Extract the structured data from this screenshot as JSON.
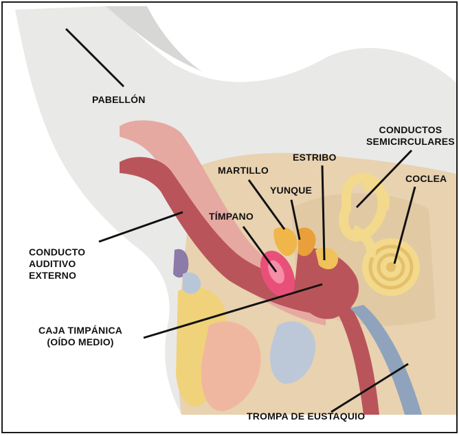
{
  "labels": {
    "pabellon": "PABELLÓN",
    "conducto_auditivo": [
      "CONDUCTO",
      "AUDITIVO",
      "EXTERNO"
    ],
    "caja_timpanica": [
      "CAJA TIMPÁNICA",
      "(OÍDO MEDIO)"
    ],
    "trompa": "TROMPA DE EUSTAQUIO",
    "timpano": "TÍMPANO",
    "martillo": "MARTILLO",
    "yunque": "YUNQUE",
    "estribo": "ESTRIBO",
    "conductos_semicirculares": [
      "CONDUCTOS",
      "SEMICIRCULARES"
    ],
    "coclea": "COCLEA"
  },
  "colors": {
    "skin": "#e9e9e8",
    "canal": "#b9555a",
    "canal_light": "#e6a9a2",
    "bone": "#e8d2b0",
    "tympanum": "#e8507a",
    "ossicles": "#f0b64a",
    "inner_ear": "#f2d98c",
    "tube": "#8fa3bd"
  }
}
